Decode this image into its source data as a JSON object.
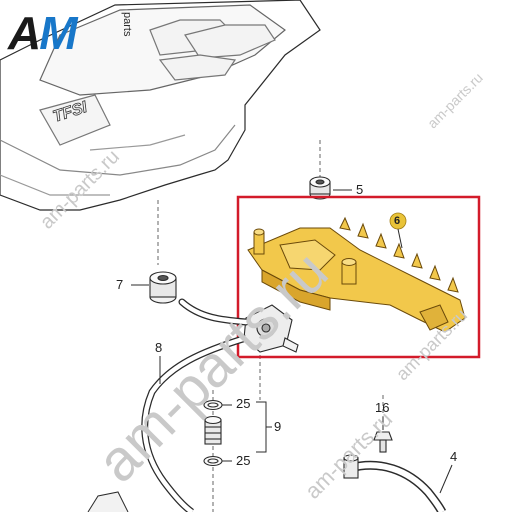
{
  "logo": {
    "brand": "AM",
    "brand_a": "A",
    "brand_m": "M",
    "suffix": "parts"
  },
  "watermarks": [
    "am-parts.ru",
    "am-parts.ru",
    "am-parts.ru",
    "am-parts.ru",
    "am-parts.ru"
  ],
  "engine_cover": {
    "lettering": "TFSI"
  },
  "callouts": [
    {
      "id": "5",
      "label": "5"
    },
    {
      "id": "6",
      "label": "6"
    },
    {
      "id": "7",
      "label": "7"
    },
    {
      "id": "8",
      "label": "8"
    },
    {
      "id": "25a",
      "label": "25"
    },
    {
      "id": "25b",
      "label": "25"
    },
    {
      "id": "9",
      "label": "9"
    },
    {
      "id": "16",
      "label": "16"
    },
    {
      "id": "4",
      "label": "4"
    }
  ],
  "colors": {
    "highlight_box": "#d31b2a",
    "part_fill": "#f2c84b",
    "part_shadow": "#d9a52c",
    "badge": "#e9c338",
    "line": "#2b2b2b",
    "watermark": "#c9c9c9",
    "brand_blue": "#1877c9"
  }
}
